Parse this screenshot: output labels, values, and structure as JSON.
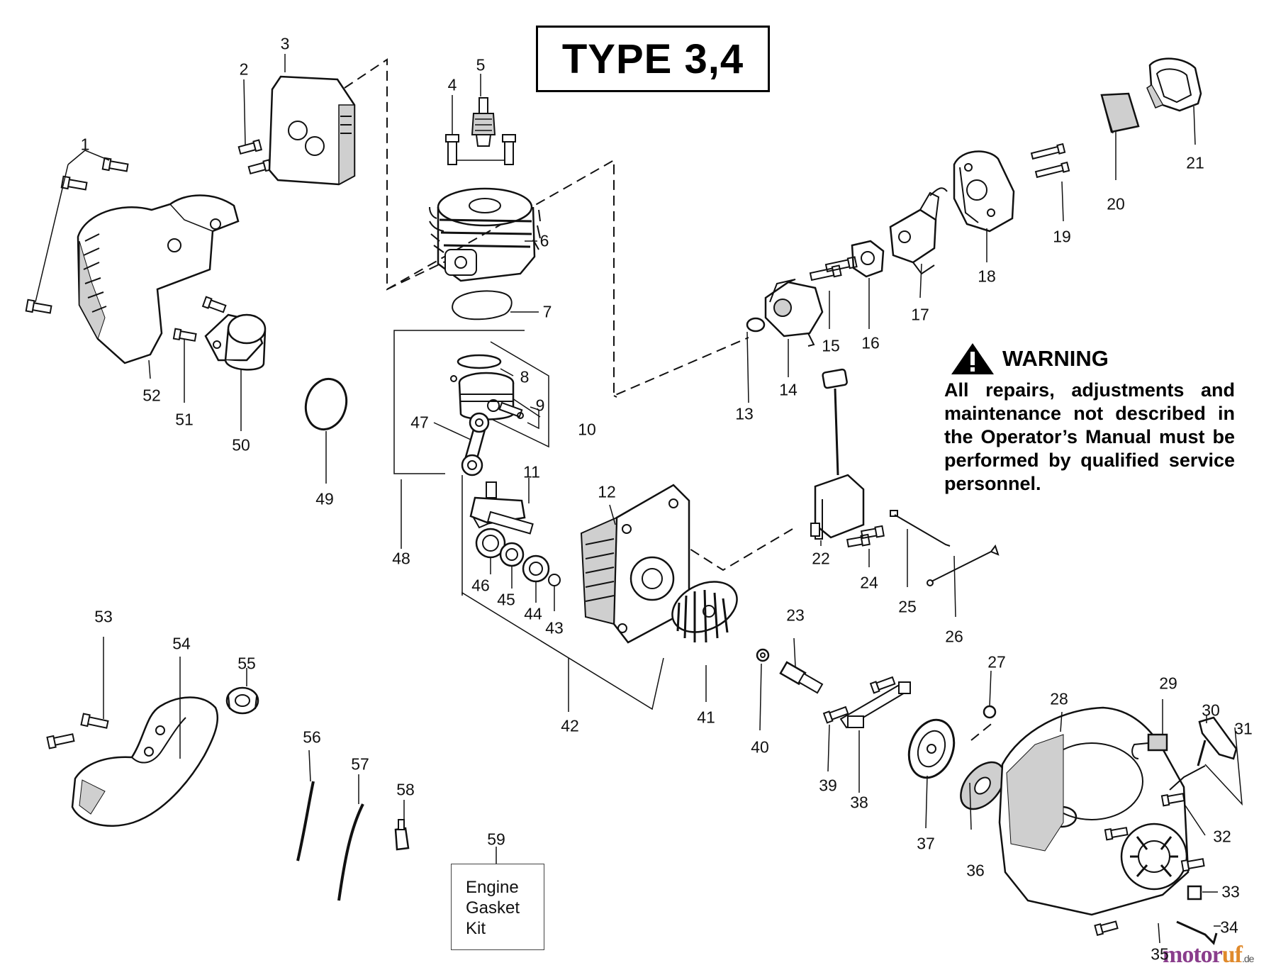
{
  "title": "TYPE 3,4",
  "warning": {
    "heading": "WARNING",
    "text": "All repairs, adjustments and maintenance not described in the Operator’s Manual must be performed by qualified service personnel."
  },
  "kit": {
    "line1": "Engine",
    "line2": "Gasket",
    "line3": "Kit"
  },
  "watermark": {
    "name_a": "motor",
    "name_b": "uf",
    "tld": ".de"
  },
  "callouts": [
    "1",
    "2",
    "3",
    "4",
    "5",
    "6",
    "7",
    "8",
    "9",
    "10",
    "11",
    "12",
    "13",
    "14",
    "15",
    "16",
    "17",
    "18",
    "19",
    "20",
    "21",
    "22",
    "23",
    "24",
    "25",
    "26",
    "27",
    "28",
    "29",
    "30",
    "31",
    "32",
    "33",
    "34",
    "35",
    "36",
    "37",
    "38",
    "39",
    "40",
    "41",
    "42",
    "43",
    "44",
    "45",
    "46",
    "47",
    "48",
    "49",
    "50",
    "51",
    "52",
    "53",
    "54",
    "55",
    "56",
    "57",
    "58",
    "59"
  ],
  "colors": {
    "ink": "#111111",
    "paper": "#ffffff",
    "shade": "#cfcfcf"
  }
}
